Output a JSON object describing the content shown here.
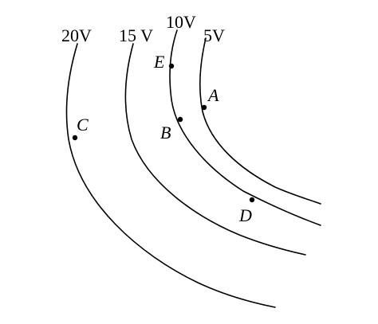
{
  "equipotentials": [
    {
      "name": "line-20v",
      "label": "20V"
    },
    {
      "name": "line-15v",
      "label": "15 V"
    },
    {
      "name": "line-10v",
      "label": "10V"
    },
    {
      "name": "line-5v",
      "label": "5V"
    }
  ],
  "points": [
    {
      "name": "point-e",
      "label": "E"
    },
    {
      "name": "point-a",
      "label": "A"
    },
    {
      "name": "point-b",
      "label": "B"
    },
    {
      "name": "point-c",
      "label": "C"
    },
    {
      "name": "point-d",
      "label": "D"
    }
  ],
  "colors": {
    "ink": "#000000",
    "background": "#ffffff"
  }
}
